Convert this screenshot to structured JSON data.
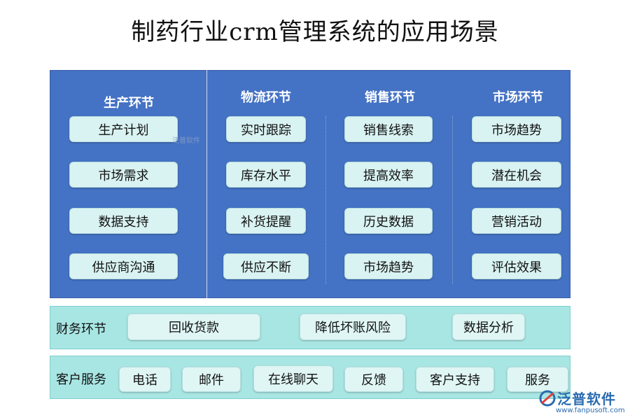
{
  "title": "制药行业crm管理系统的应用场景",
  "columns": [
    {
      "heading": "生产环节",
      "items": [
        "生产计划",
        "市场需求",
        "数据支持",
        "供应商沟通"
      ]
    },
    {
      "heading": "物流环节",
      "items": [
        "实时跟踪",
        "库存水平",
        "补货提醒",
        "供应不断"
      ]
    },
    {
      "heading": "销售环节",
      "items": [
        "销售线索",
        "提高效率",
        "历史数据",
        "市场趋势"
      ]
    },
    {
      "heading": "市场环节",
      "items": [
        "市场趋势",
        "潜在机会",
        "营销活动",
        "评估效果"
      ]
    }
  ],
  "finance": {
    "label": "财务环节",
    "items": [
      "回收货款",
      "降低坏账风险",
      "数据分析"
    ]
  },
  "service": {
    "label": "客户服务",
    "items": [
      "电话",
      "邮件",
      "在线聊天",
      "反馈",
      "客户支持",
      "服务"
    ]
  },
  "watermark_small": "泛普软件",
  "logo": {
    "name": "泛普软件",
    "url": "www.fanpusoft.com"
  },
  "colors": {
    "panel": "#4472c4",
    "pill": "#d9f2f2",
    "band": "#a8e6e4"
  }
}
